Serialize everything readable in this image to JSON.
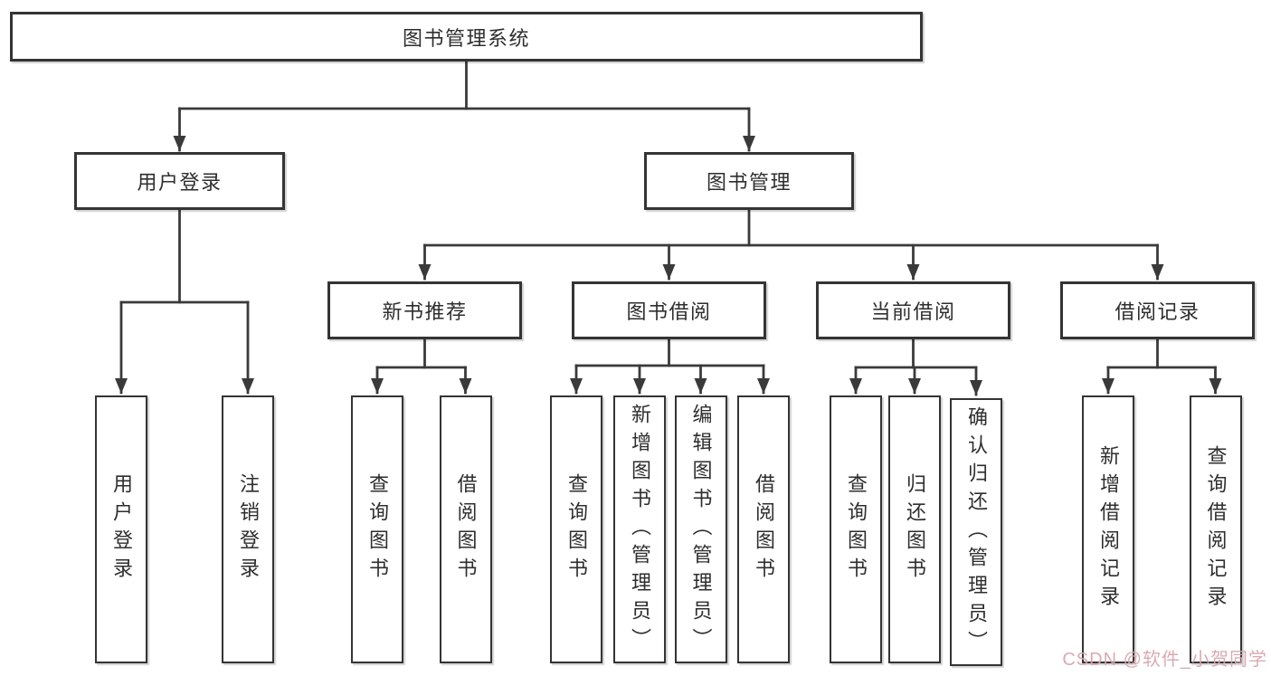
{
  "diagram": {
    "title": "图书管理系统",
    "branches": [
      {
        "label": "用户登录",
        "children": [
          {
            "label": "用户登录"
          },
          {
            "label": "注销登录"
          }
        ]
      },
      {
        "label": "图书管理",
        "children": [
          {
            "label": "新书推荐",
            "children": [
              {
                "label": "查询图书"
              },
              {
                "label": "借阅图书"
              }
            ]
          },
          {
            "label": "图书借阅",
            "children": [
              {
                "label": "查询图书"
              },
              {
                "label": "新增图书（管理员）"
              },
              {
                "label": "编辑图书（管理员）"
              },
              {
                "label": "借阅图书"
              }
            ]
          },
          {
            "label": "当前借阅",
            "children": [
              {
                "label": "查询图书"
              },
              {
                "label": "归还图书"
              },
              {
                "label": "确认归还（管理员）"
              }
            ]
          },
          {
            "label": "借阅记录",
            "children": [
              {
                "label": "新增借阅记录"
              },
              {
                "label": "查询借阅记录"
              }
            ]
          }
        ]
      }
    ]
  },
  "watermark": {
    "text": "CSDN @软件_小贺同学",
    "color": "#d9a6ae"
  },
  "colors": {
    "line": "#3a3a3a",
    "box_border": "#343434",
    "background": "#ffffff",
    "text": "#2e2e2e"
  }
}
